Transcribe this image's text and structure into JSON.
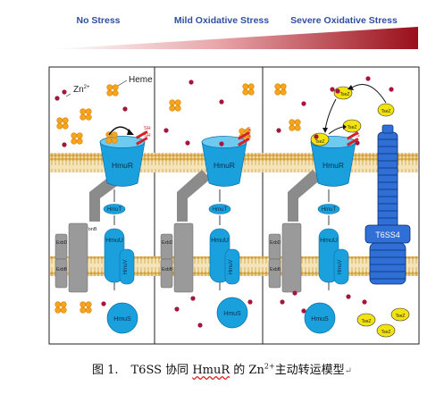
{
  "header": {
    "stages": [
      "No Stress",
      "Mild Oxidative Stress",
      "Severe Oxidative Stress"
    ],
    "stage_color": "#2f4fa0"
  },
  "legend": {
    "zinc": "Zn",
    "zinc_charge": "2+",
    "heme": "Heme"
  },
  "labels": {
    "hmur": "HmuR",
    "hmut": "HmuT",
    "hmuu": "HmuU",
    "hmuv": "HmuV",
    "hmus": "HmuS",
    "tonb": "TonB",
    "exbd": "ExbD",
    "exbb": "ExbB",
    "t6ss4": "T6SS4",
    "tsez": "TseZ",
    "sh": "SH",
    "s": "S"
  },
  "colors": {
    "protein": "#1aa0dd",
    "protein_dark": "#0a6fa8",
    "heme": "#f7a51a",
    "heme_dark": "#d9820c",
    "zinc": "#a5163a",
    "tsez": "#f2e30f",
    "t6ss": "#2f6fd6",
    "gradient_dark": "#9a0f1a",
    "tonb_gray": "#8b8b8b"
  },
  "caption": {
    "number": "图 1.",
    "text_before": "T6SS 协同 ",
    "hmur": "HmuR",
    "text_mid": " 的 Zn",
    "charge": "2+",
    "text_after": "主动转运模型",
    "end_mark": "↵"
  }
}
